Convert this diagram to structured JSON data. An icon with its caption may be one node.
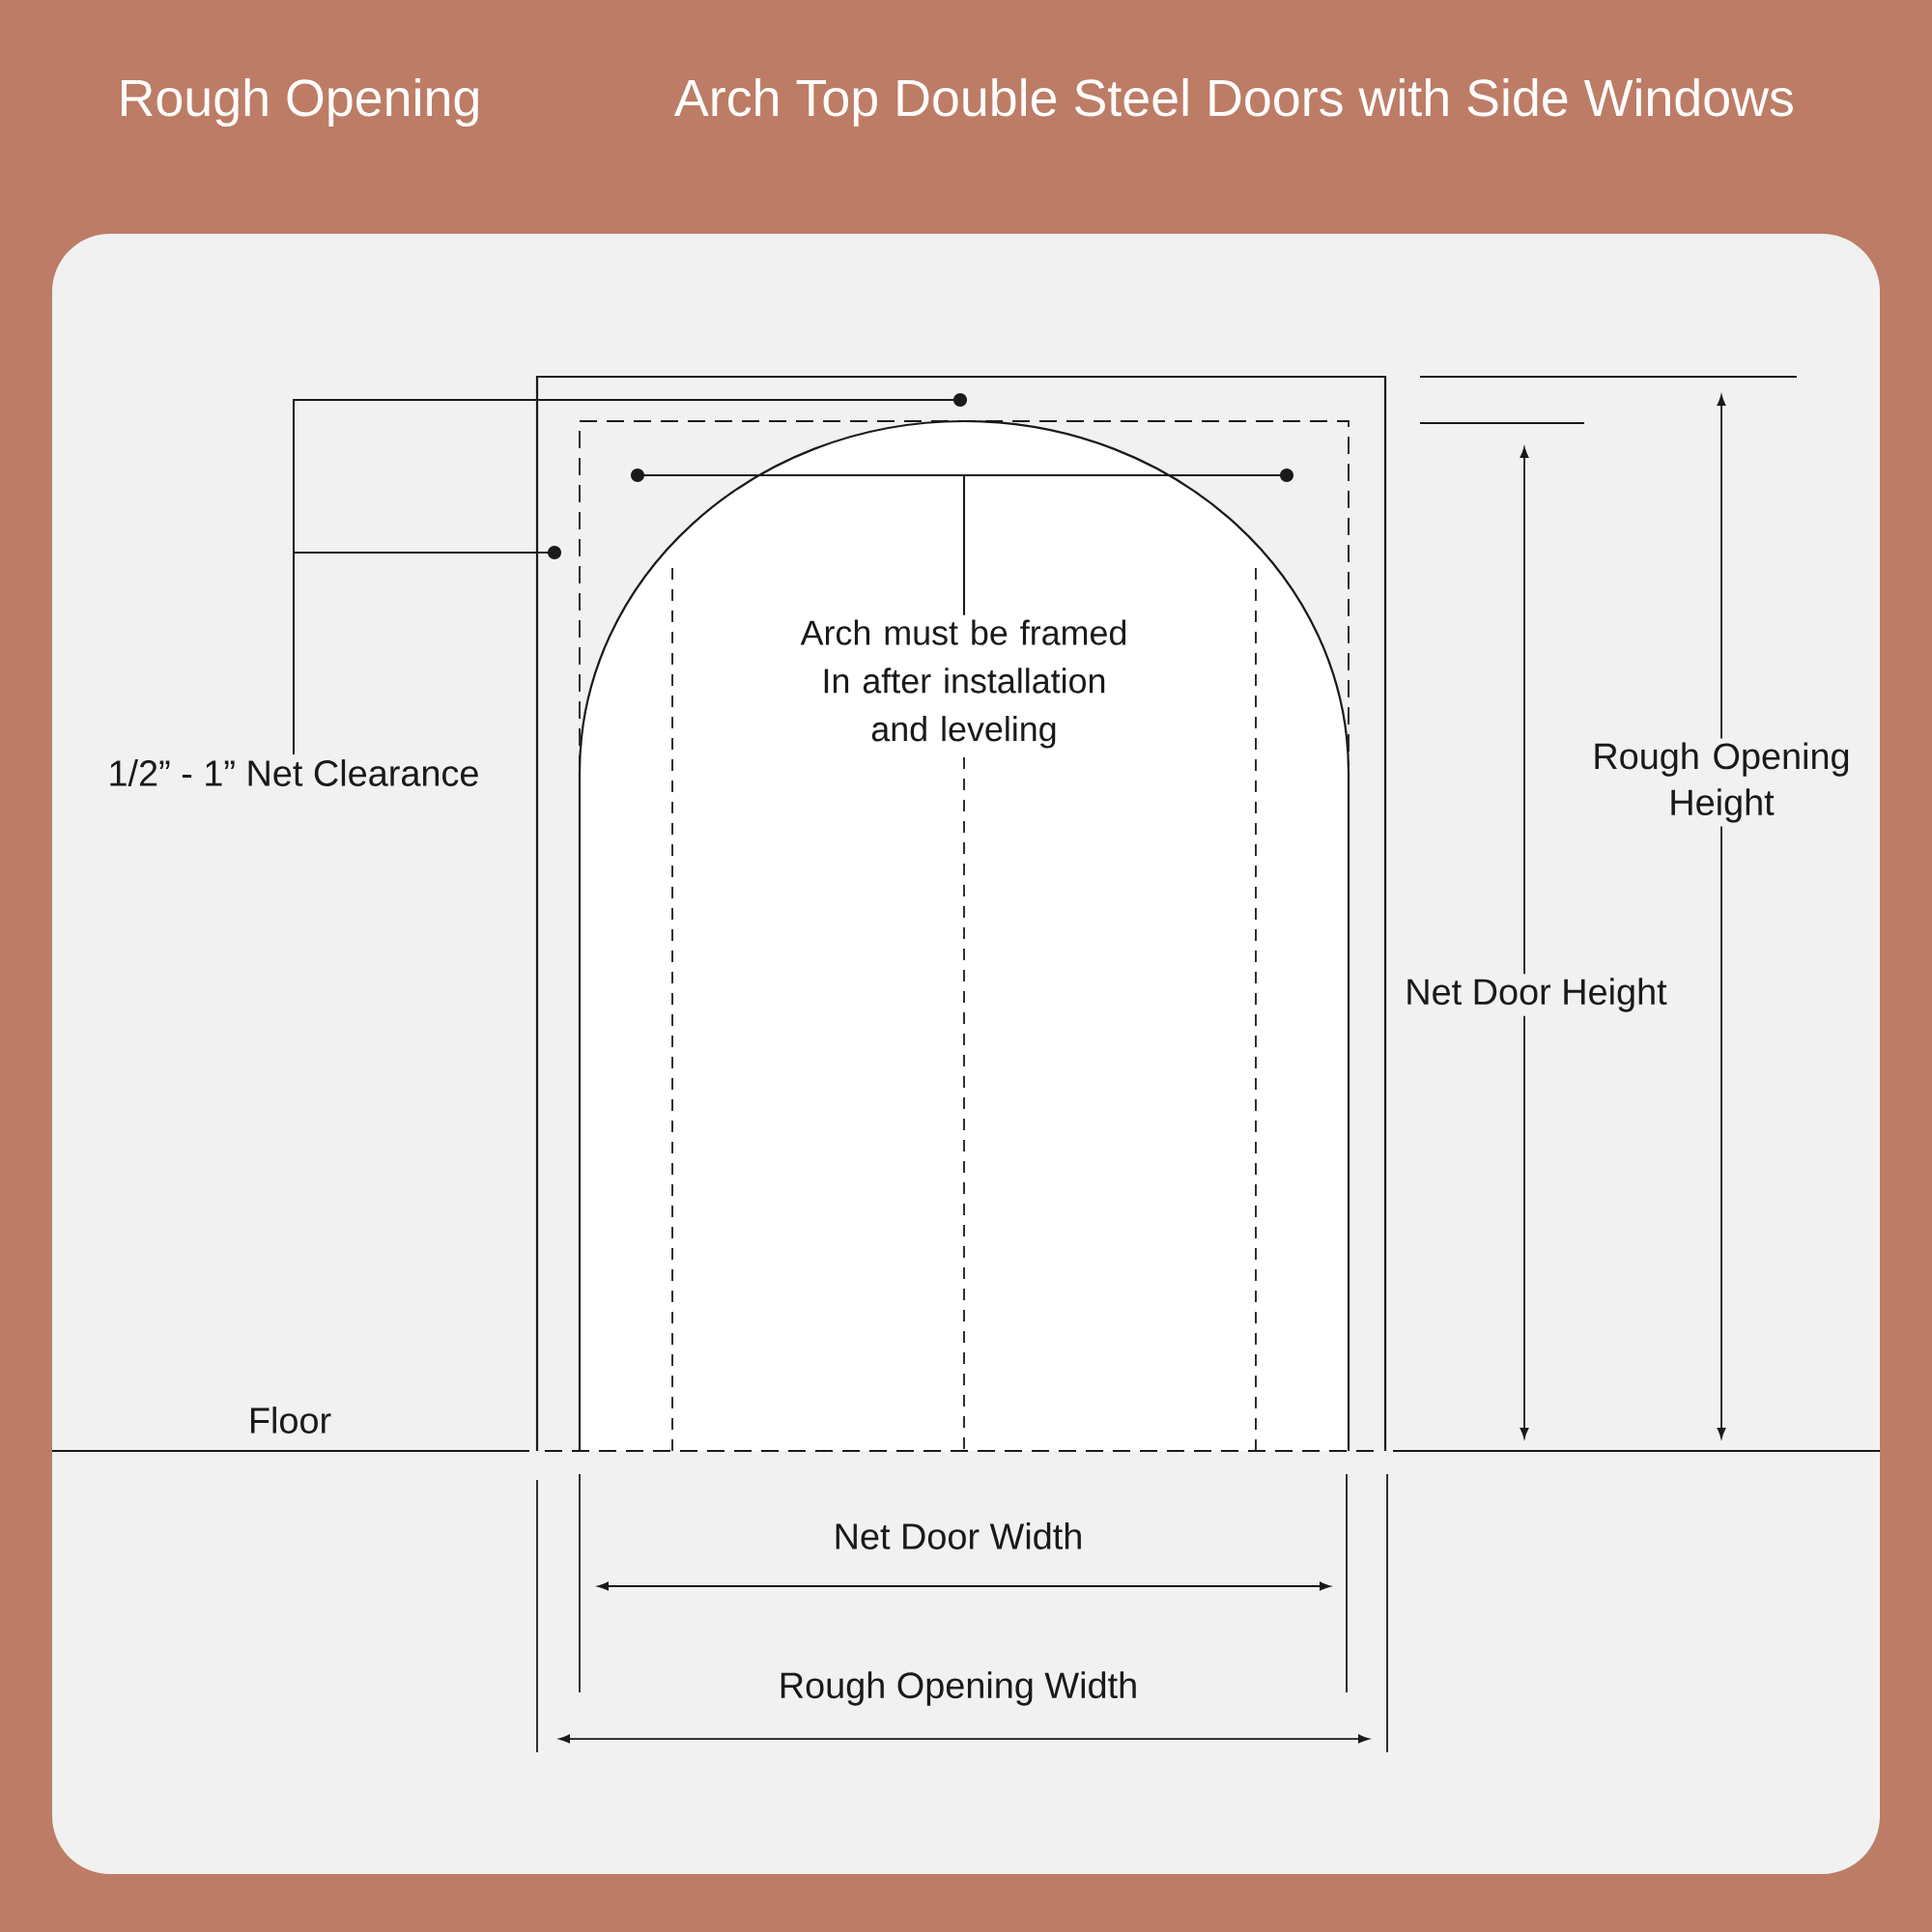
{
  "diagram": {
    "title": "Arch Top Double Steel Doors with Side Windows",
    "nodes": [
      {
        "text": [
          "1/2” - 1” Net Clearance"
        ]
      },
      {
        "text": [
          "Arch must be framed In after installation and leveling"
        ]
      }
    ],
    "edges": [
      {
        "from": 0,
        "to": null,
        "arrow": "other"
      },
      {
        "from": 0,
        "to": null,
        "arrow": "other"
      },
      {
        "from": 1,
        "to": null,
        "arrow": "other"
      },
      {
        "from": 1,
        "to": null,
        "arrow": "other"
      }
    ],
    "labels": [
      "Rough Opening",
      "Floor",
      "Rough Opening Height",
      "Net Door Height",
      "Net Door Width",
      "Rough Opening Width"
    ]
  }
}
